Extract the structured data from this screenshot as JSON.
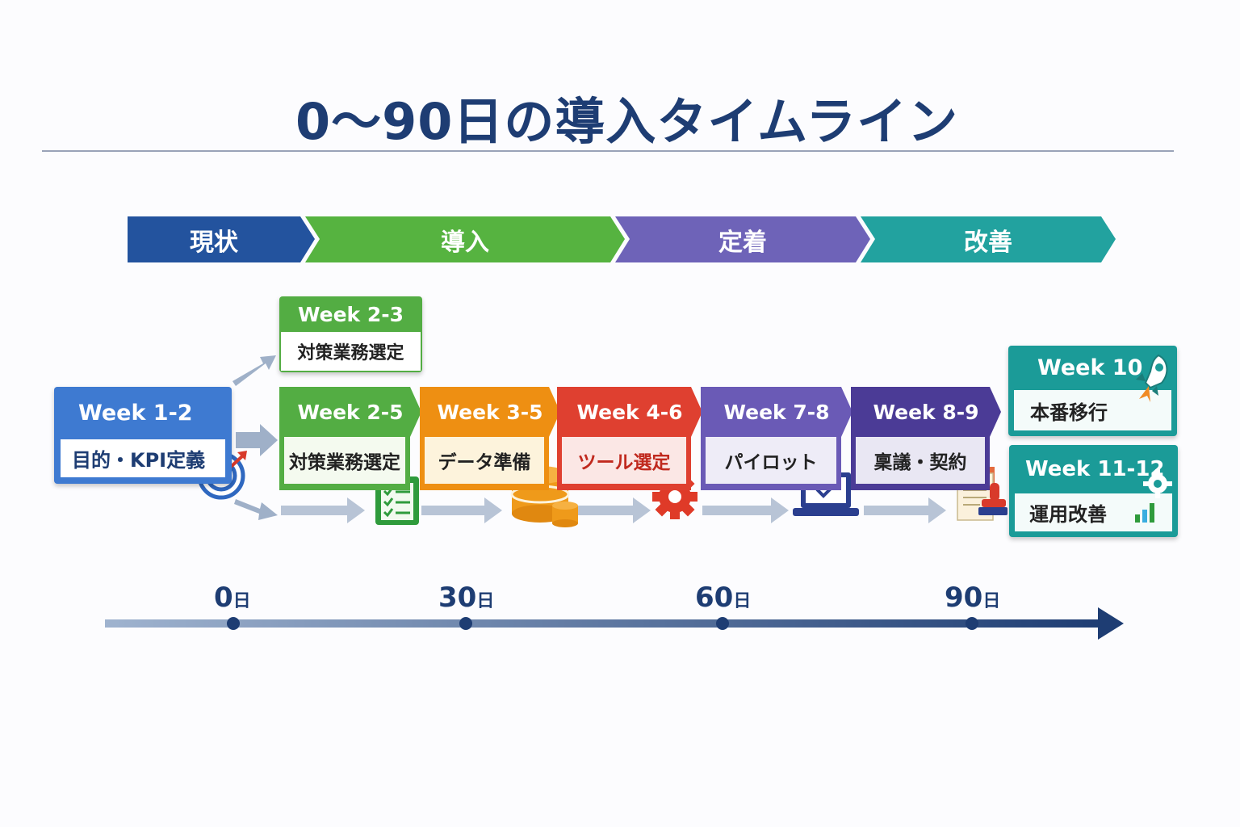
{
  "title": "0～90日の導入タイムライン",
  "phases": [
    {
      "label": "現状",
      "color": "#23539e"
    },
    {
      "label": "導入",
      "color": "#56b340"
    },
    {
      "label": "定着",
      "color": "#6e63b8"
    },
    {
      "label": "改善",
      "color": "#22a29f"
    }
  ],
  "start_card": {
    "week": "Week 1-2",
    "task": "目的・KPI定義"
  },
  "branch_card": {
    "week": "Week 2-3",
    "task": "対策業務選定"
  },
  "steps": [
    {
      "week": "Week 2-5",
      "task": "対策業務選定",
      "color": "#53ad43",
      "body_bg": "#f4faef",
      "body_color": "#222222",
      "icon": "checklist-icon"
    },
    {
      "week": "Week 3-5",
      "task": "データ準備",
      "color": "#ee8f12",
      "body_bg": "#fdf3dc",
      "body_color": "#222222",
      "icon": "database-icon"
    },
    {
      "week": "Week 4-6",
      "task": "ツール選定",
      "color": "#df4030",
      "body_bg": "#fbe7e5",
      "body_color": "#c0291e",
      "icon": "gear-icon"
    },
    {
      "week": "Week 7-8",
      "task": "パイロット",
      "color": "#6a5ab6",
      "body_bg": "#eeecf7",
      "body_color": "#222222",
      "icon": "laptop-check-icon"
    },
    {
      "week": "Week 8-9",
      "task": "稟議・契約",
      "color": "#4b3b96",
      "body_bg": "#e9e7f3",
      "body_color": "#222222",
      "icon": "document-stamp-icon"
    }
  ],
  "go_live_card": {
    "week": "Week 10",
    "task": "本番移行",
    "icon": "rocket-icon"
  },
  "improve_card": {
    "week": "Week 11-12",
    "task": "運用改善",
    "icon": "gear-chart-icon"
  },
  "timeline": {
    "unit": "日",
    "ticks": [
      {
        "value": "0"
      },
      {
        "value": "30"
      },
      {
        "value": "60"
      },
      {
        "value": "90"
      }
    ]
  }
}
